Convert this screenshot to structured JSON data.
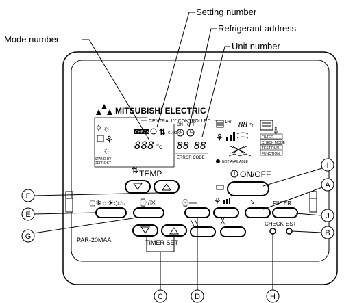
{
  "callouts": {
    "setting_number": "Setting number",
    "refrigerant_address": "Refrigerant address",
    "unit_number": "Unit number",
    "mode_number": "Mode number"
  },
  "brand": "MITSUBISHI ELECTRIC",
  "display": {
    "centrally_controlled": "CENTRALLY CONTROLLED",
    "hr": "1Hr.",
    "temp_top": "88",
    "temp_unit": "°c",
    "check": "CHECK",
    "main_temp": "888",
    "main_unit": "°c",
    "on": "ON",
    "off": "OFF",
    "clock": "CLOCK",
    "time_left": "88",
    "time_right": "88",
    "error_code": "ERROR CODE",
    "stand_by": "STAND BY",
    "defrost": "DEFROST",
    "not_available": "NOT AVAILABLE",
    "indicators": [
      "FILTER",
      "CHECK MODE",
      "TEST RUN",
      "FUNCTION"
    ]
  },
  "buttons": {
    "on_off": "ON/OFF",
    "temp": "TEMP.",
    "filter": "FILTER",
    "check": "CHECK",
    "test": "TEST",
    "timer_set": "TIMER SET",
    "mode_row": "▢❄☼☀◇♨"
  },
  "model": "PAR-20MAA",
  "letters": [
    "I",
    "A",
    "J",
    "B",
    "F",
    "E",
    "G",
    "C",
    "D",
    "H"
  ]
}
